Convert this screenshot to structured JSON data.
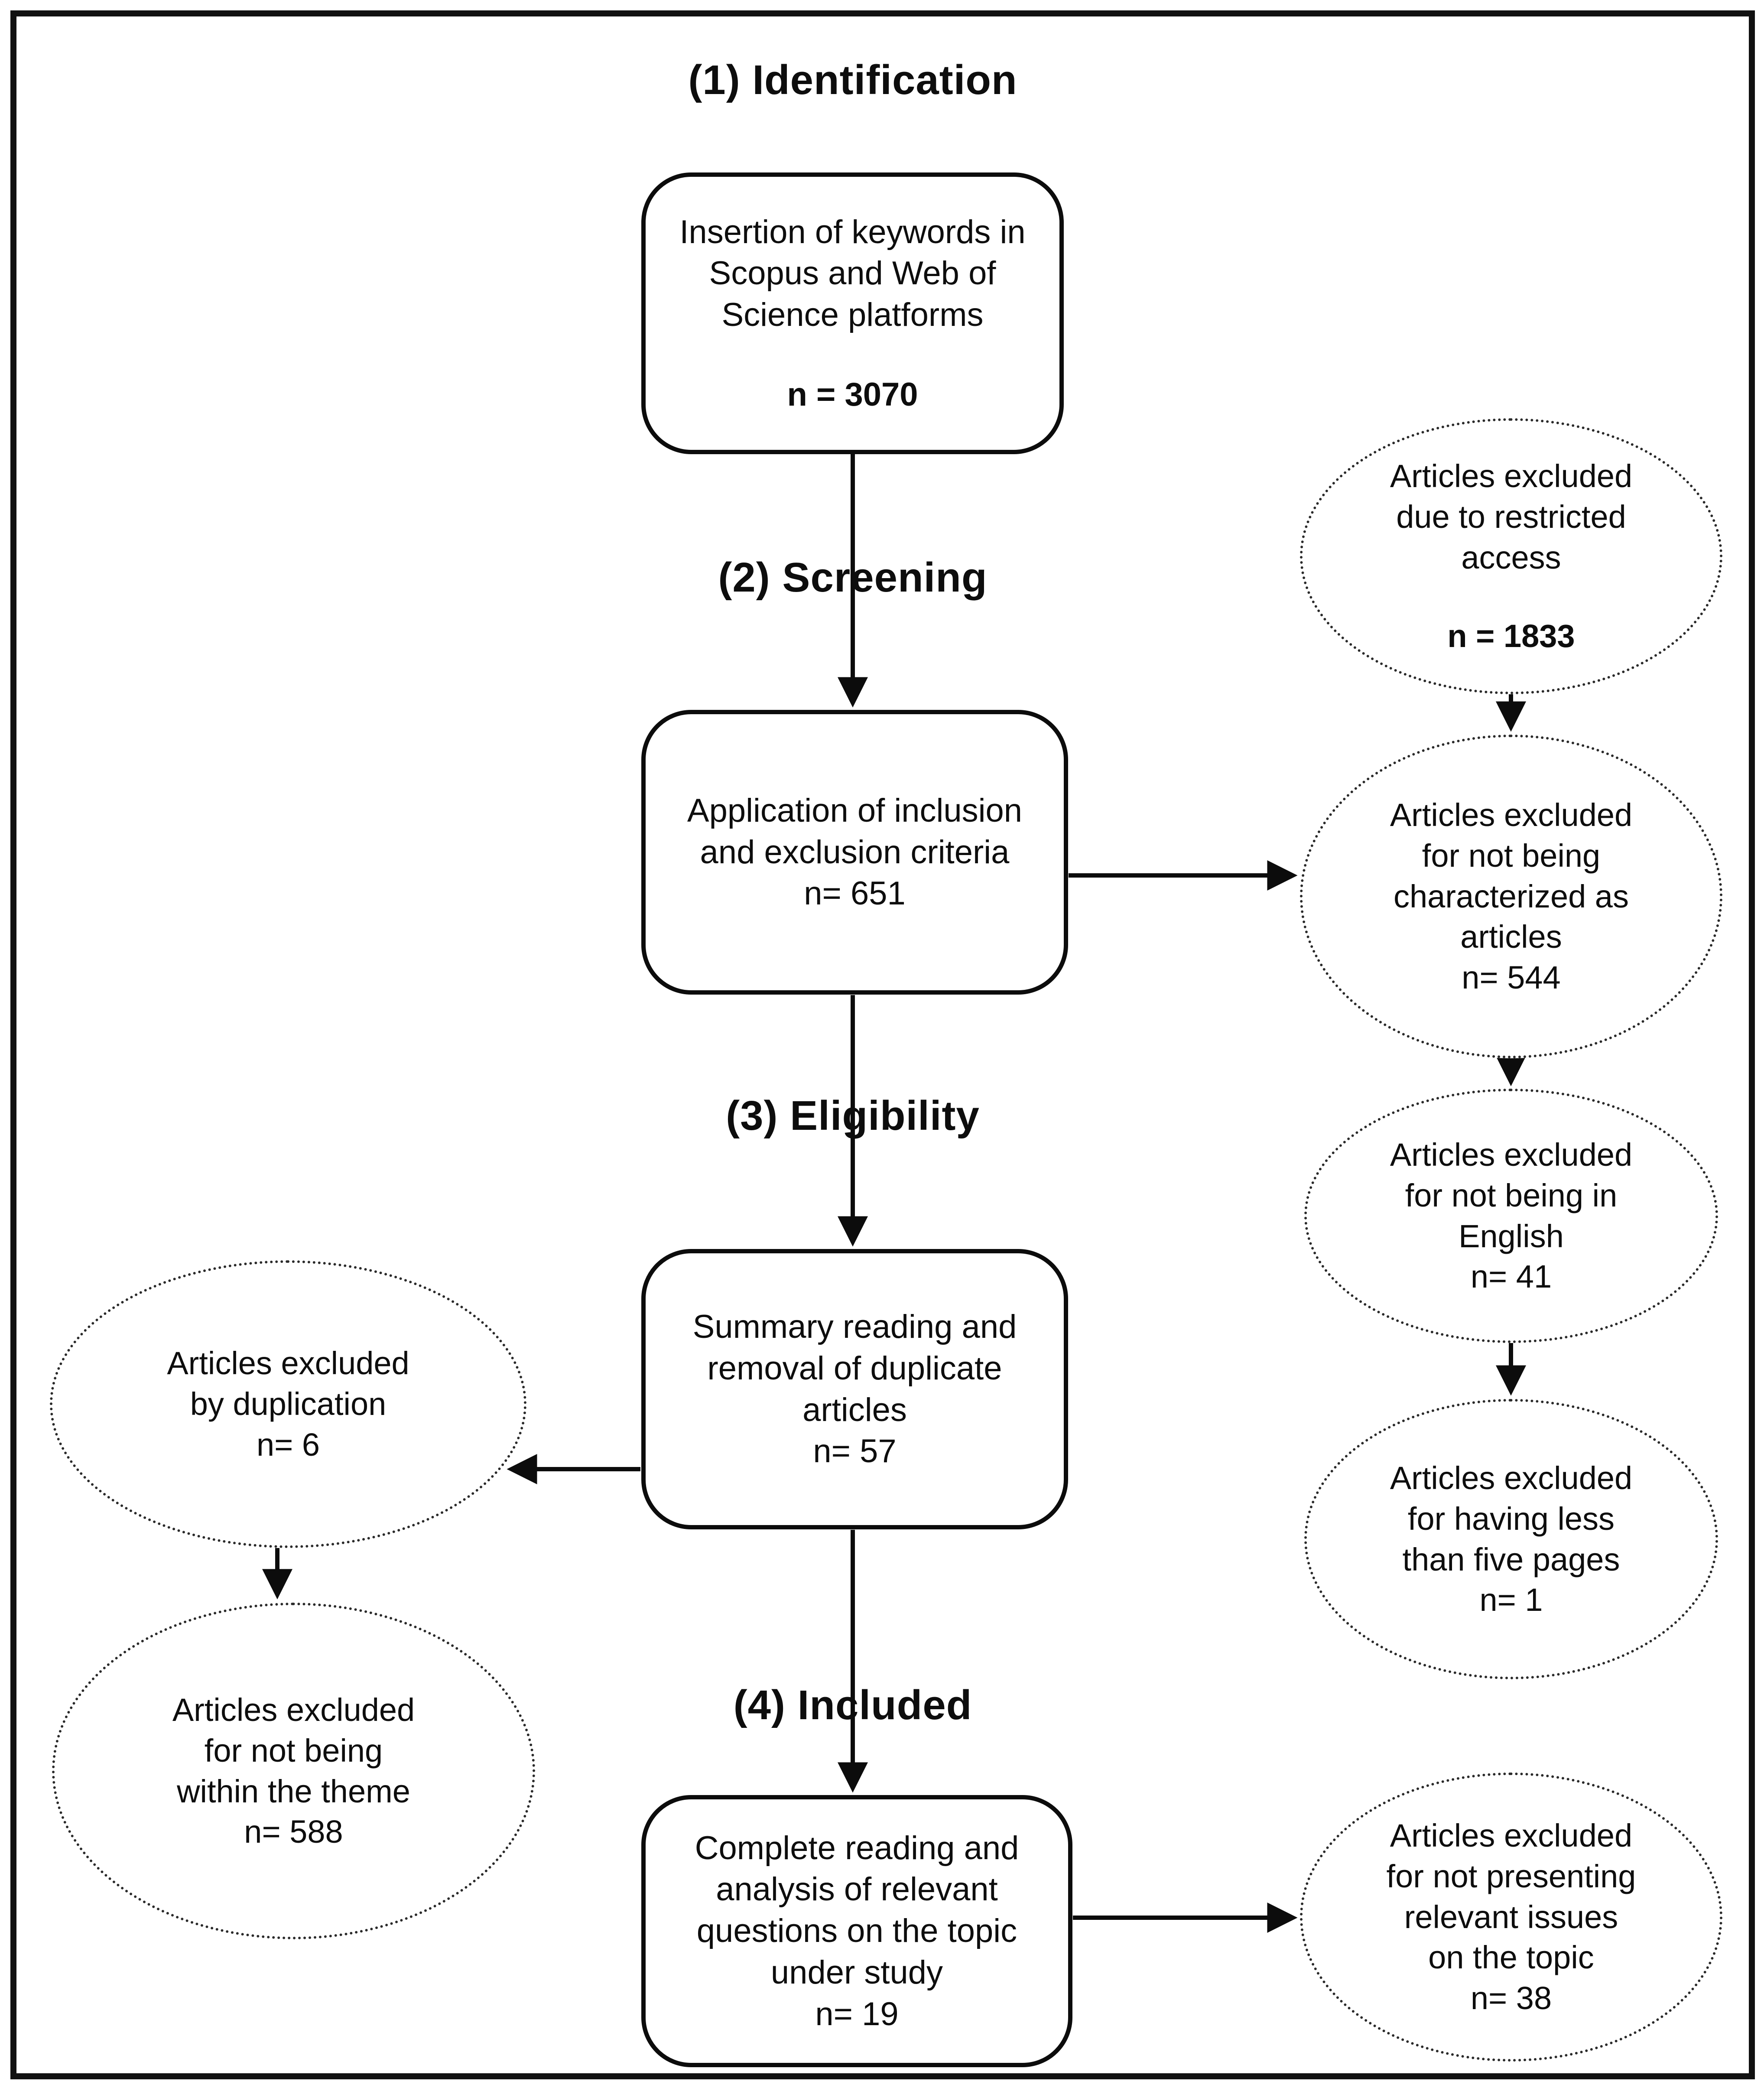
{
  "figure": {
    "stages": {
      "identification": "(1) Identification",
      "screening": "(2) Screening",
      "eligibility": "(3) Eligibility",
      "included": "(4) Included"
    },
    "boxes": {
      "keywords": {
        "text": "Insertion of keywords in\nScopus and Web of\nScience platforms",
        "count": "n = 3070"
      },
      "criteria": {
        "text": "Application of inclusion\nand exclusion criteria",
        "count": "n= 651"
      },
      "summary": {
        "text": "Summary reading and\nremoval of duplicate\narticles",
        "count": "n= 57"
      },
      "complete": {
        "text": "Complete reading and\nanalysis of relevant\nquestions on the topic\nunder study",
        "count": "n= 19"
      }
    },
    "exclusions": {
      "restricted": {
        "text": "Articles excluded\ndue to restricted\naccess",
        "count": "n = 1833"
      },
      "not_articles": {
        "text": "Articles excluded\nfor not being\ncharacterized as\narticles",
        "count": "n= 544"
      },
      "not_english": {
        "text": "Articles excluded\nfor not being in\nEnglish",
        "count": "n= 41"
      },
      "five_pages": {
        "text": "Articles excluded\nfor having less\nthan five pages",
        "count": "n= 1"
      },
      "duplication": {
        "text": "Articles excluded\nby duplication",
        "count": "n= 6"
      },
      "theme": {
        "text": "Articles excluded\nfor not being\nwithin the theme",
        "count": "n= 588"
      },
      "relevance": {
        "text": "Articles excluded\nfor not presenting\nrelevant issues\non the topic",
        "count": "n= 38"
      }
    },
    "colors": {
      "line": "#0c0c0c",
      "text": "#0d0d0d",
      "background": "#ffffff"
    }
  }
}
